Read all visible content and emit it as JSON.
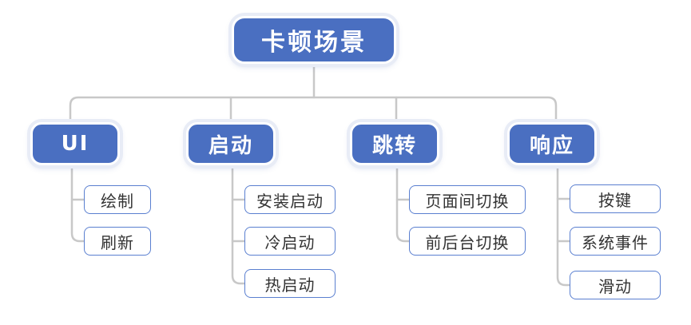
{
  "root": {
    "label": "卡顿场景"
  },
  "categories": [
    {
      "label": "UI",
      "items": [
        "绘制",
        "刷新"
      ]
    },
    {
      "label": "启动",
      "items": [
        "安装启动",
        "冷启动",
        "热启动"
      ]
    },
    {
      "label": "跳转",
      "items": [
        "页面间切换",
        "前后台切换"
      ]
    },
    {
      "label": "响应",
      "items": [
        "按键",
        "系统事件",
        "滑动"
      ]
    }
  ],
  "colors": {
    "accent": "#4a6fc1",
    "line": "#c8c8c8",
    "leaf_border": "#5a7fd0"
  }
}
